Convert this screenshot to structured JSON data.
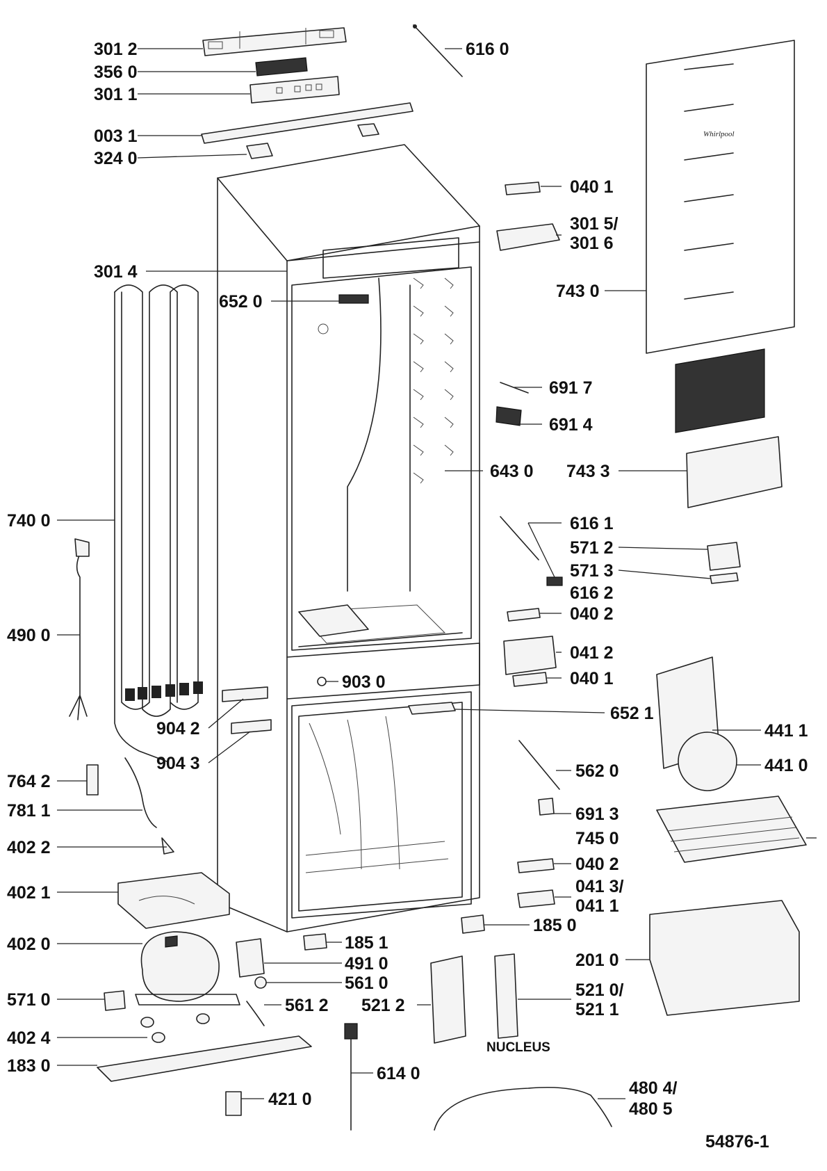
{
  "drawing_number": "54876-1",
  "board_caption": "NUCLEUS",
  "door_logo_text": "Whirlpool",
  "labels": [
    {
      "id": "l1",
      "text": "301 2"
    },
    {
      "id": "l2",
      "text": "356 0"
    },
    {
      "id": "l3",
      "text": "301 1"
    },
    {
      "id": "l4",
      "text": "003 1"
    },
    {
      "id": "l5",
      "text": "324 0"
    },
    {
      "id": "l6",
      "text": "616 0"
    },
    {
      "id": "l7",
      "text": "040 1"
    },
    {
      "id": "l8",
      "text": "301 5/"
    },
    {
      "id": "l9",
      "text": "301 6"
    },
    {
      "id": "l10",
      "text": "301 4"
    },
    {
      "id": "l11",
      "text": "652 0"
    },
    {
      "id": "l12",
      "text": "743 0"
    },
    {
      "id": "l13",
      "text": "691 7"
    },
    {
      "id": "l14",
      "text": "691 4"
    },
    {
      "id": "l15",
      "text": "643 0"
    },
    {
      "id": "l16",
      "text": "743 3"
    },
    {
      "id": "l17",
      "text": "740 0"
    },
    {
      "id": "l18",
      "text": "616 1"
    },
    {
      "id": "l19",
      "text": "571 2"
    },
    {
      "id": "l20",
      "text": "571 3"
    },
    {
      "id": "l21",
      "text": "616 2"
    },
    {
      "id": "l22",
      "text": "490 0"
    },
    {
      "id": "l23",
      "text": "040 2"
    },
    {
      "id": "l24",
      "text": "041 2"
    },
    {
      "id": "l25",
      "text": "903 0"
    },
    {
      "id": "l26",
      "text": "040 1"
    },
    {
      "id": "l27",
      "text": "652 1"
    },
    {
      "id": "l28",
      "text": "904 2"
    },
    {
      "id": "l29",
      "text": "441 1"
    },
    {
      "id": "l30",
      "text": "904 3"
    },
    {
      "id": "l31",
      "text": "441 0"
    },
    {
      "id": "l32",
      "text": "562 0"
    },
    {
      "id": "l33",
      "text": "764 2"
    },
    {
      "id": "l34",
      "text": "781 1"
    },
    {
      "id": "l35",
      "text": "691 3"
    },
    {
      "id": "l36",
      "text": "745 0"
    },
    {
      "id": "l37",
      "text": "402 2"
    },
    {
      "id": "l38",
      "text": "040 2"
    },
    {
      "id": "l39",
      "text": "402 1"
    },
    {
      "id": "l40",
      "text": "041 3/"
    },
    {
      "id": "l41",
      "text": "041 1"
    },
    {
      "id": "l42",
      "text": "185 1"
    },
    {
      "id": "l43",
      "text": "185 0"
    },
    {
      "id": "l44",
      "text": "402 0"
    },
    {
      "id": "l45",
      "text": "491 0"
    },
    {
      "id": "l46",
      "text": "201 0"
    },
    {
      "id": "l47",
      "text": "561 0"
    },
    {
      "id": "l48",
      "text": "571 0"
    },
    {
      "id": "l49",
      "text": "561 2"
    },
    {
      "id": "l50",
      "text": "521 2"
    },
    {
      "id": "l51",
      "text": "521 0/"
    },
    {
      "id": "l52",
      "text": "521 1"
    },
    {
      "id": "l53",
      "text": "402 4"
    },
    {
      "id": "l54",
      "text": "183 0"
    },
    {
      "id": "l55",
      "text": "614 0"
    },
    {
      "id": "l56",
      "text": "421 0"
    },
    {
      "id": "l57",
      "text": "480 4/"
    },
    {
      "id": "l58",
      "text": "480 5"
    }
  ]
}
